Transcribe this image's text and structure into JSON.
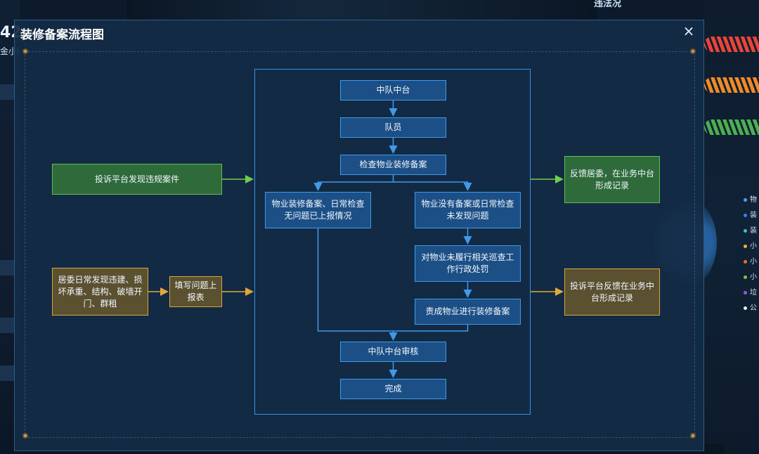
{
  "background": {
    "left_number": "42",
    "left_label": "金小|",
    "right_title": "违法况",
    "legend": [
      {
        "label": "物",
        "color": "#4aa3ff"
      },
      {
        "label": "装",
        "color": "#3d7dff"
      },
      {
        "label": "装",
        "color": "#32c4c0"
      },
      {
        "label": "小",
        "color": "#f0b132"
      },
      {
        "label": "小",
        "color": "#f06a32"
      },
      {
        "label": "小",
        "color": "#7ac943"
      },
      {
        "label": "垃",
        "color": "#8a5cff"
      },
      {
        "label": "公",
        "color": "#e8eef8"
      }
    ],
    "bar_colors": [
      "#e8443a",
      "#f08a24",
      "#4caf50"
    ]
  },
  "modal": {
    "title": "装修备案流程图",
    "close_label": "×"
  },
  "flow": {
    "n_zhongdui": "中队中台",
    "n_duiyuan": "队员",
    "n_jiancha": "检查物业装修备案",
    "n_left_branch": "物业装修备案、日常检查无问题已上报情况",
    "n_right_branch": "物业没有备案或日常检查未发现问题",
    "n_chufa": "对物业未履行相关巡查工作行政处罚",
    "n_zecheng": "责成物业进行装修备案",
    "n_shenhe": "中队中台审核",
    "n_wancheng": "完成",
    "n_tousu_find": "投诉平台发现违规案件",
    "n_juwei_find": "居委日常发现违建、损坏承重、结构、破墙开门、群租",
    "n_tianxie": "填写问题上报表",
    "n_fankui_juwei": "反馈居委，在业务中台形成记录",
    "n_tousu_fankui": "投诉平台反馈在业务中台形成记录"
  },
  "colors": {
    "blue_node": "#1c4f86",
    "green_node": "#2f6a3a",
    "orange_node": "#5b5030",
    "arrow_blue": "#3f9aea",
    "arrow_green": "#6fcf4a",
    "arrow_orange": "#e0a83a"
  }
}
